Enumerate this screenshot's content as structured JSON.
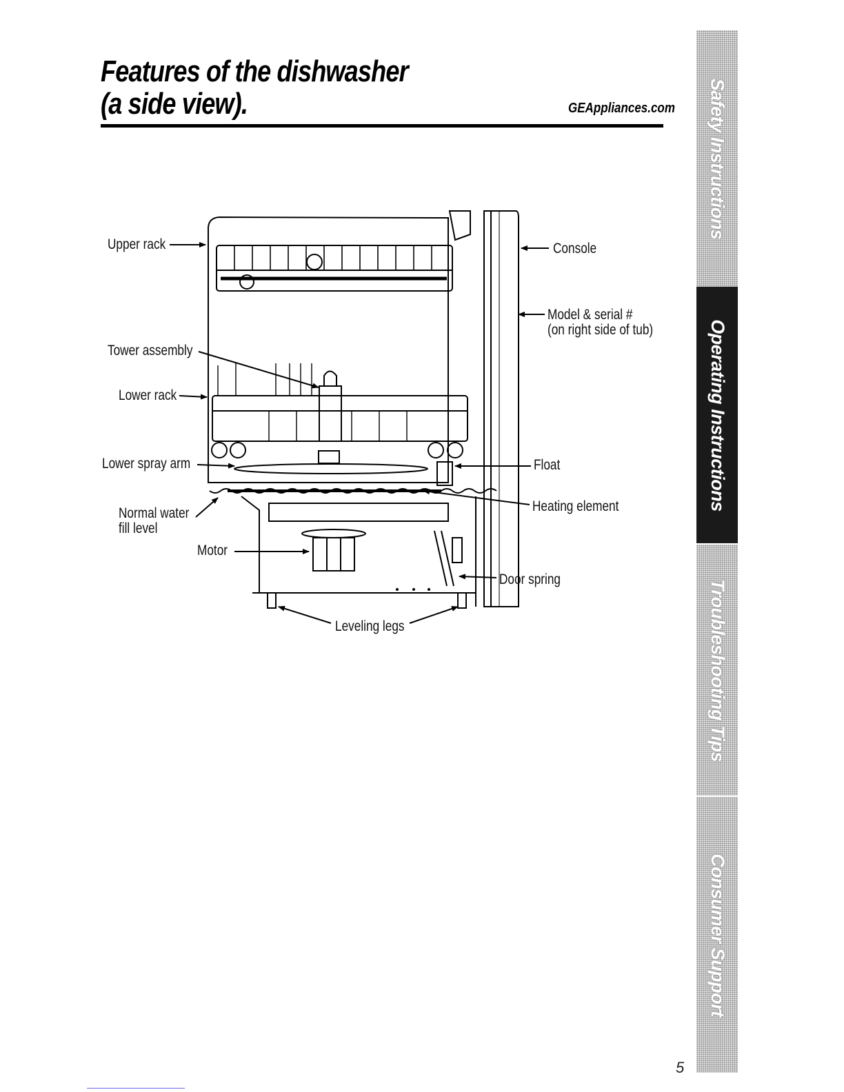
{
  "header": {
    "title_line1": "Features of the dishwasher",
    "title_line2": "(a side view).",
    "site": "GEAppliances.com"
  },
  "labels": {
    "upper_rack": "Upper rack",
    "tower_assembly": "Tower assembly",
    "lower_rack": "Lower rack",
    "lower_spray_arm": "Lower spray arm",
    "normal_water_line1": "Normal water",
    "normal_water_line2": "fill level",
    "motor": "Motor",
    "console": "Console",
    "model_serial_line1": "Model & serial #",
    "model_serial_line2": "(on right side of tub)",
    "float": "Float",
    "heating_element": "Heating element",
    "door_spring": "Door spring",
    "leveling_legs": "Leveling legs"
  },
  "tabs": [
    {
      "label": "Safety Instructions",
      "active": false
    },
    {
      "label": "Operating Instructions",
      "active": true
    },
    {
      "label": "Troubleshooting Tips",
      "active": false
    },
    {
      "label": "Consumer Support",
      "active": false
    }
  ],
  "page_number": "5"
}
